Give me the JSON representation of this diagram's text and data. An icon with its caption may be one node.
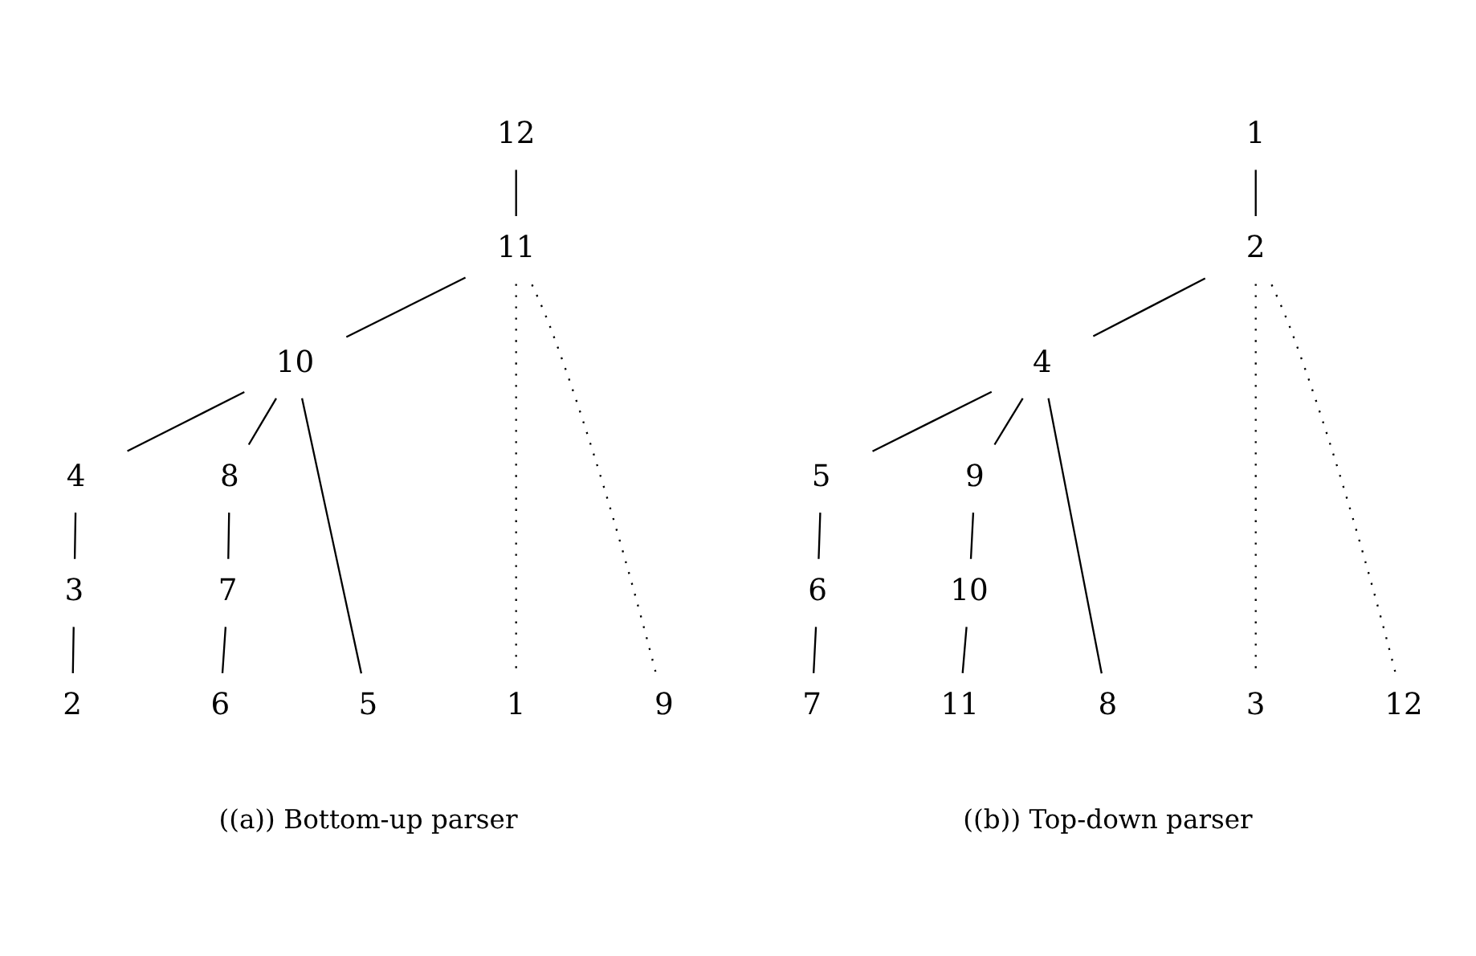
{
  "diagram": {
    "nodes": [
      {
        "text": [
          "12"
        ]
      },
      {
        "text": [
          "11"
        ]
      },
      {
        "text": [
          "10"
        ]
      },
      {
        "text": [
          "4"
        ]
      },
      {
        "text": [
          "8"
        ]
      },
      {
        "text": [
          "3"
        ]
      },
      {
        "text": [
          "7"
        ]
      },
      {
        "text": [
          "1"
        ]
      },
      {
        "text": [
          "2"
        ]
      },
      {
        "text": [
          "5"
        ]
      },
      {
        "text": [
          "6"
        ]
      },
      {
        "text": [
          "9"
        ]
      },
      {
        "text": [
          "1"
        ]
      },
      {
        "text": [
          "2"
        ]
      },
      {
        "text": [
          "4"
        ]
      },
      {
        "text": [
          "5"
        ]
      },
      {
        "text": [
          "9"
        ]
      },
      {
        "text": [
          "6"
        ]
      },
      {
        "text": [
          "10"
        ]
      },
      {
        "text": [
          "3"
        ]
      },
      {
        "text": [
          "7"
        ]
      },
      {
        "text": [
          "8"
        ]
      },
      {
        "text": [
          "11"
        ]
      },
      {
        "text": [
          "12"
        ]
      }
    ],
    "edges": [
      {
        "from": 0,
        "to": 1,
        "arrow": "none"
      },
      {
        "from": 1,
        "to": 7,
        "arrow": "none",
        "style": "dashed"
      },
      {
        "from": 1,
        "to": 2,
        "arrow": "none"
      },
      {
        "from": 1,
        "to": 11,
        "arrow": "none",
        "style": "dashed"
      },
      {
        "from": 2,
        "to": 3,
        "arrow": "none"
      },
      {
        "from": 2,
        "to": 9,
        "arrow": "none"
      },
      {
        "from": 2,
        "to": 4,
        "arrow": "none"
      },
      {
        "from": 3,
        "to": 5,
        "arrow": "none"
      },
      {
        "from": 5,
        "to": 8,
        "arrow": "none"
      },
      {
        "from": 4,
        "to": 6,
        "arrow": "none"
      },
      {
        "from": 6,
        "to": 10,
        "arrow": "none"
      },
      {
        "from": 12,
        "to": 13,
        "arrow": "none"
      },
      {
        "from": 13,
        "to": 19,
        "arrow": "none",
        "style": "dashed"
      },
      {
        "from": 13,
        "to": 14,
        "arrow": "none"
      },
      {
        "from": 13,
        "to": 23,
        "arrow": "none",
        "style": "dashed"
      },
      {
        "from": 14,
        "to": 15,
        "arrow": "none"
      },
      {
        "from": 14,
        "to": 21,
        "arrow": "none"
      },
      {
        "from": 14,
        "to": 16,
        "arrow": "none"
      },
      {
        "from": 15,
        "to": 17,
        "arrow": "none"
      },
      {
        "from": 17,
        "to": 20,
        "arrow": "none"
      },
      {
        "from": 16,
        "to": 18,
        "arrow": "none"
      },
      {
        "from": 18,
        "to": 22,
        "arrow": "none"
      }
    ],
    "labels": [
      "((a)) Bottom-up parser",
      "((b)) Top-down parser"
    ]
  }
}
